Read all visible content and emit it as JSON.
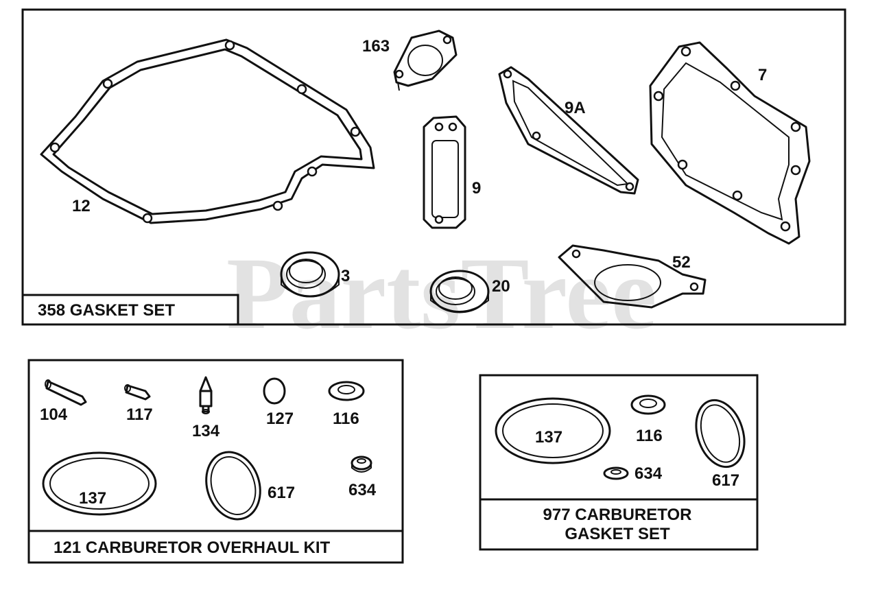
{
  "watermark": "PartsTree",
  "kits": {
    "gasket_set": {
      "title": "358 GASKET SET",
      "parts": [
        "163",
        "9A",
        "7",
        "12",
        "9",
        "52",
        "3",
        "20"
      ]
    },
    "carb_overhaul_kit": {
      "title": "121 CARBURETOR OVERHAUL KIT",
      "parts": [
        "104",
        "117",
        "134",
        "127",
        "116",
        "137",
        "617",
        "634"
      ]
    },
    "carb_gasket_set": {
      "title_line1": "977 CARBURETOR",
      "title_line2": "GASKET SET",
      "parts": [
        "137",
        "116",
        "634",
        "617"
      ]
    }
  }
}
